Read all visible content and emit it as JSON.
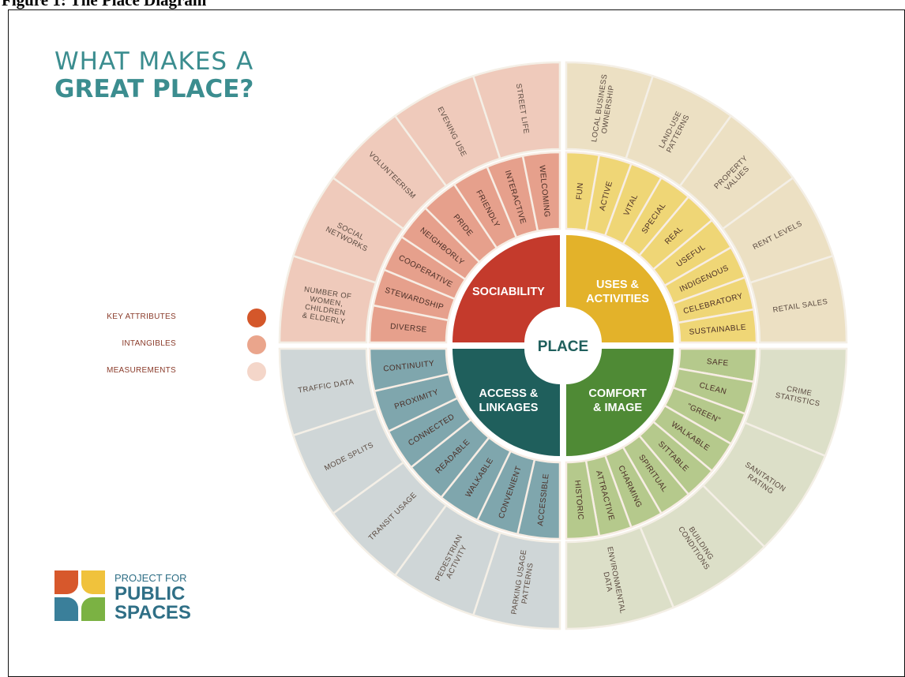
{
  "caption": "Figure 1: The Place Diagram",
  "title": {
    "line1": "WHAT MAKES A",
    "line2": "GREAT PLACE?"
  },
  "legend": [
    {
      "label": "KEY ATTRIBUTES",
      "color": "#d4572a"
    },
    {
      "label": "INTANGIBLES",
      "color": "#eaa58c"
    },
    {
      "label": "MEASUREMENTS",
      "color": "#f4d6c9"
    }
  ],
  "center_label": "PLACE",
  "quadrants": [
    {
      "key": "sociability",
      "name_lines": [
        "SOCIABILITY"
      ],
      "colors": {
        "key": "#c43a2c",
        "intangible": "#e6a08c",
        "measure": "#efcabb"
      },
      "intangibles": [
        "DIVERSE",
        "STEWARDSHIP",
        "COOPERATIVE",
        "NEIGHBORLY",
        "PRIDE",
        "FRIENDLY",
        "INTERACTIVE",
        "WELCOMING"
      ],
      "measurements": [
        [
          "NUMBER OF",
          "WOMEN,",
          "CHILDREN",
          "& ELDERLY"
        ],
        [
          "SOCIAL",
          "NETWORKS"
        ],
        [
          "VOLUNTEERISM"
        ],
        [
          "EVENING USE"
        ],
        [
          "STREET LIFE"
        ]
      ]
    },
    {
      "key": "uses",
      "name_lines": [
        "USES &",
        "ACTIVITIES"
      ],
      "colors": {
        "key": "#e3b22a",
        "intangible": "#efd676",
        "measure": "#ece0c3"
      },
      "intangibles": [
        "FUN",
        "ACTIVE",
        "VITAL",
        "SPECIAL",
        "REAL",
        "USEFUL",
        "INDIGENOUS",
        "CELEBRATORY",
        "SUSTAINABLE"
      ],
      "measurements": [
        [
          "LOCAL BUSINESS",
          "OWNERSHIP"
        ],
        [
          "LAND-USE",
          "PATTERNS"
        ],
        [
          "PROPERTY",
          "VALUES"
        ],
        [
          "RENT LEVELS"
        ],
        [
          "RETAIL SALES"
        ]
      ]
    },
    {
      "key": "comfort",
      "name_lines": [
        "COMFORT",
        "& IMAGE"
      ],
      "colors": {
        "key": "#4f8a35",
        "intangible": "#b5c98c",
        "measure": "#dcdfc8"
      },
      "intangibles": [
        "SAFE",
        "CLEAN",
        "\"GREEN\"",
        "WALKABLE",
        "SITTABLE",
        "SPIRITUAL",
        "CHARMING",
        "ATTRACTIVE",
        "HISTORIC"
      ],
      "measurements": [
        [
          "CRIME",
          "STATISTICS"
        ],
        [
          "SANITATION",
          "RATING"
        ],
        [
          "BUILDING",
          "CONDITIONS"
        ],
        [
          "ENVIRONMENTAL",
          "DATA"
        ]
      ]
    },
    {
      "key": "access",
      "name_lines": [
        "ACCESS &",
        "LINKAGES"
      ],
      "colors": {
        "key": "#1f5f5c",
        "intangible": "#7fa6ad",
        "measure": "#cfd6d7"
      },
      "intangibles": [
        "ACCESSIBLE",
        "CONVENIENT",
        "WALKABLE",
        "READABLE",
        "CONNECTED",
        "PROXIMITY",
        "CONTINUITY"
      ],
      "measurements": [
        [
          "PARKING USAGE",
          "PATTERNS"
        ],
        [
          "PEDESTRIAN",
          "ACTIVITY"
        ],
        [
          "TRANSIT USAGE"
        ],
        [
          "MODE SPLITS"
        ],
        [
          "TRAFFIC DATA"
        ]
      ]
    }
  ],
  "logo": {
    "line1": "PROJECT FOR",
    "line2": "PUBLIC",
    "line3": "SPACES",
    "colors": [
      "#d7582c",
      "#f0c23c",
      "#3a7f9a",
      "#7bb243"
    ]
  }
}
